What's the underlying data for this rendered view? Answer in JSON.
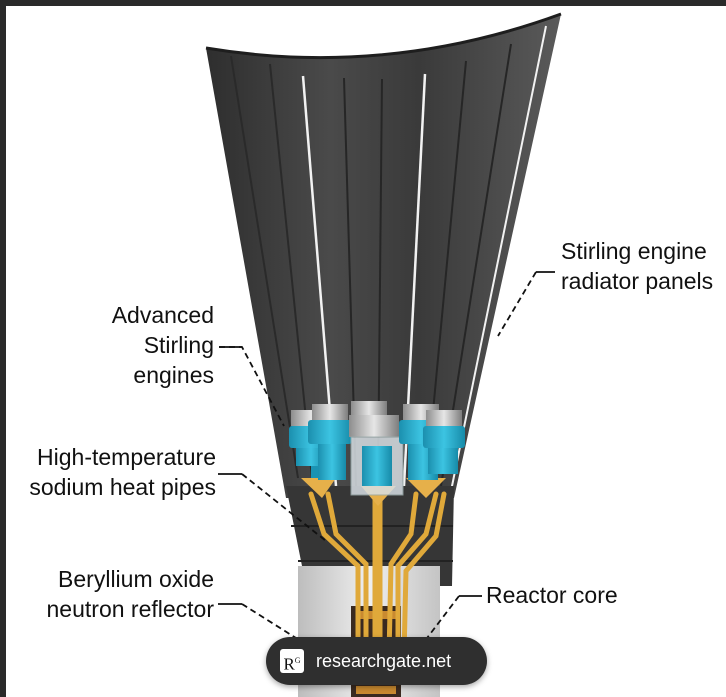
{
  "labels": {
    "advanced_stirling": [
      "Advanced",
      "Stirling",
      "engines"
    ],
    "heat_pipes": [
      "High-temperature",
      "sodium heat pipes"
    ],
    "reflector": [
      "Beryllium oxide",
      "neutron reflector"
    ],
    "radiator": [
      "Stirling engine",
      "radiator panels"
    ],
    "reactor_core": "Reactor core"
  },
  "watermark": {
    "logo": "R",
    "logo_sup": "G",
    "text": "researchgate.net"
  },
  "colors": {
    "radiator_panel": "#3c3c3c",
    "engine_cyan": "#1fa9c9",
    "heat_pipe_gold": "#e0a93a",
    "reflector_gray": "#d9d9d9",
    "frame": "#2a2a2a"
  }
}
